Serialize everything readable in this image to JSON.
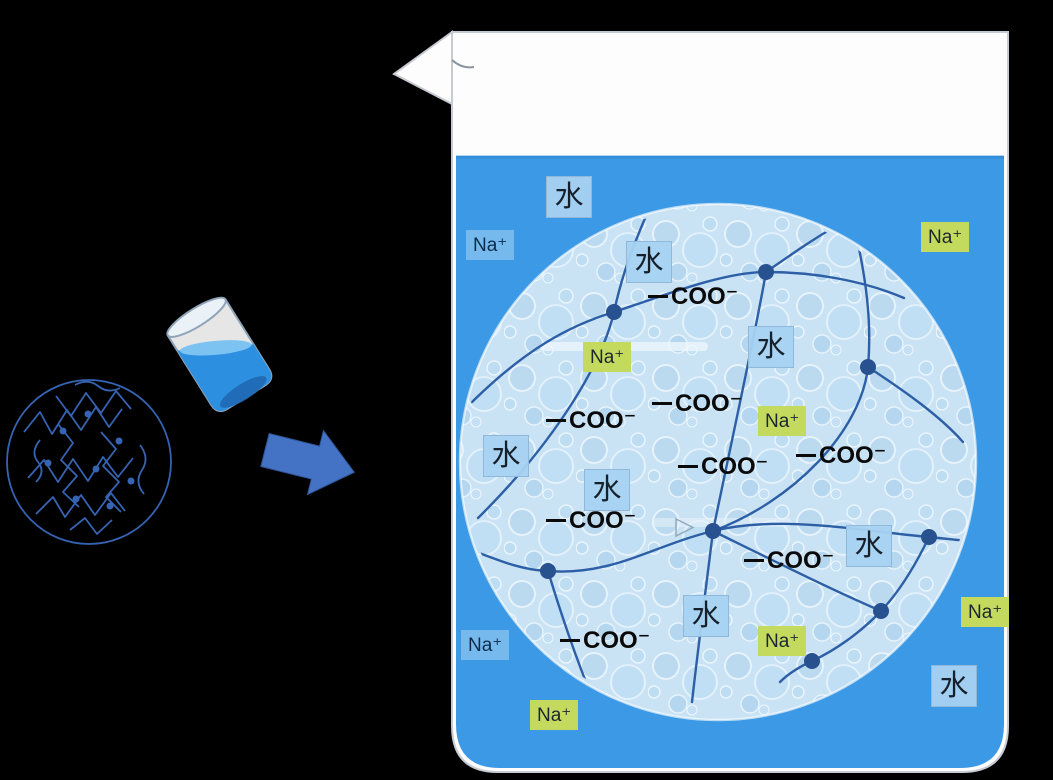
{
  "diagram": {
    "water_labels": [
      "水",
      "水",
      "水",
      "水",
      "水",
      "水",
      "水",
      "水"
    ],
    "sodium_labels": [
      "Na⁺",
      "Na⁺",
      "Na⁺",
      "Na⁺",
      "Na⁺",
      "Na⁺",
      "Na⁺",
      "Na⁺"
    ],
    "carboxylate_labels": [
      "COO⁻",
      "COO⁻",
      "COO⁻",
      "COO⁻",
      "COO⁻",
      "COO⁻",
      "COO⁻",
      "COO⁻"
    ]
  },
  "icons": {
    "dry_polymer_ball": "tangled-polymer-scribble-circle",
    "pouring_beaker": "small-tilted-beaker-with-blue-liquid",
    "arrow": "blue-right-block-arrow",
    "beaker": "large-beaker-filled-with-water",
    "gel": "swollen-hydrogel-sphere-with-bubbles"
  },
  "colors": {
    "background": "#000000",
    "water": "#3B99E5",
    "gel": "#C9E2F4",
    "polymer_line": "#2D5FA6",
    "arrow": "#4472C4",
    "water_tag": "#A8D2F1",
    "sodium_tag": "#C3DA5F",
    "beaker_glass": "#FFFFFF"
  }
}
